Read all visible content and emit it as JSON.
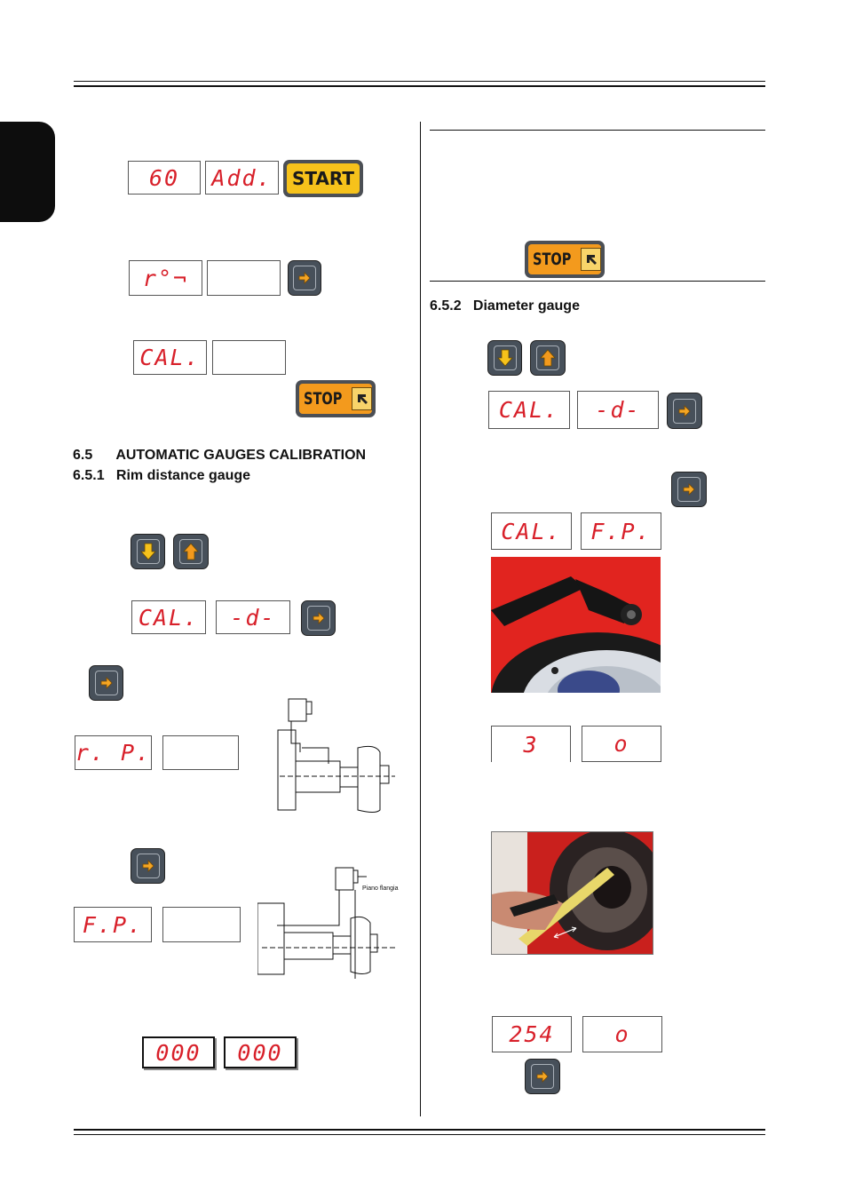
{
  "page": {
    "side_tab": ""
  },
  "left_column": {
    "display_rows": [
      {
        "left": "60",
        "right": "Add.",
        "button": "START"
      },
      {
        "left": "r°¬",
        "right": "",
        "button": "enter"
      },
      {
        "left": "CAL.",
        "right": "",
        "button": "STOP"
      }
    ],
    "section_heading": "6.5      AUTOMATIC GAUGES CALIBRATION",
    "subsection_heading": "6.5.1   Rim distance gauge",
    "cal_display": {
      "left": "CAL.",
      "right": "-d-"
    },
    "rp_display": {
      "left": "r. P.",
      "right": ""
    },
    "fp_display": {
      "left": "F.P.",
      "right": ""
    },
    "zero_display": {
      "left": "000",
      "right": "000"
    },
    "diagram_label": "Piano flangia"
  },
  "right_column": {
    "stop_button": "STOP",
    "subsection_heading": "6.5.2   Diameter gauge",
    "cal_d_display": {
      "left": "CAL.",
      "right": "-d-"
    },
    "cal_fp_display": {
      "left": "CAL.",
      "right": "F.P."
    },
    "three_display": {
      "left": "3",
      "right": "o"
    },
    "final_display": {
      "left": "254",
      "right": "o"
    }
  },
  "colors": {
    "led_red": "#d8202a",
    "button_yellow": "#f6c21b",
    "button_orange": "#f39a1d",
    "button_gray": "#47505a",
    "photo_red": "#e1241f"
  },
  "icons": [
    "arrow-right-icon",
    "arrow-down-icon",
    "arrow-up-icon",
    "diagonal-arrow-icon"
  ]
}
